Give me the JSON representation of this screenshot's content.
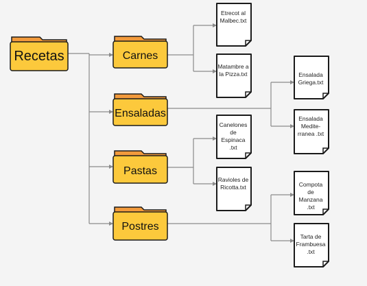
{
  "diagram": {
    "root": {
      "label": "Recetas"
    },
    "folders": [
      {
        "label": "Carnes",
        "files": [
          "Etrecot al Malbec.txt",
          "Matambre a la Pizza.txt"
        ]
      },
      {
        "label": "Ensaladas",
        "files": [
          "Ensalada Griega.txt",
          "Ensalada Medite- rranea .txt"
        ]
      },
      {
        "label": "Pastas",
        "files": [
          "Canelones de Espinaca .txt",
          "Ravioles de Ricotta.txt"
        ]
      },
      {
        "label": "Postres",
        "files": [
          "Compota de Manzana .txt",
          "Tarta de Frambuesa .txt"
        ]
      }
    ],
    "colors": {
      "folder_front": "#fcc93c",
      "folder_back": "#f29a3c",
      "folder_stroke": "#1a1a1a",
      "connector": "#8a8a8a",
      "file_fill": "#ffffff"
    }
  }
}
